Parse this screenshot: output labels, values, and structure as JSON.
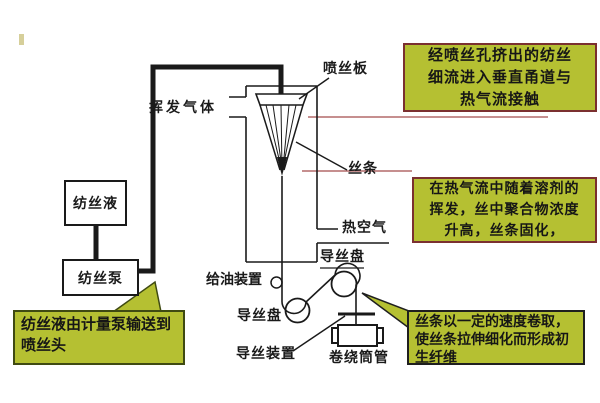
{
  "equipment": {
    "spinning_solution_box": "纺丝液",
    "spinning_pump_box": "纺丝泵"
  },
  "labels": {
    "spinneret_plate": "喷丝板",
    "volatile_gas": "挥发气体",
    "filament": "丝条",
    "hot_air": "热空气",
    "godet_upper": "导丝盘",
    "oiling_device": "给油装置",
    "godet_lower": "导丝盘",
    "guide_device": "导丝装置",
    "winding_bobbin": "卷绕筒管"
  },
  "notes": {
    "extrusion": "经喷丝孔挤出的纺丝细流进入垂直甬道与热气流接触",
    "solidification": "在热气流中随着溶剂的挥发，丝中聚合物浓度升高，丝条固化，",
    "winding": "丝条以一定的速度卷取，使丝条拉伸细化而形成初生纤维",
    "metering": "纺丝液由计量泵输送到喷丝头"
  },
  "colors": {
    "note_fill": "#b5c032",
    "note_border_red": "#7b3030",
    "note_border_olive": "#3f4a12",
    "note_border_black": "#1f1f1f",
    "leader_red": "#b36a6a",
    "line_black": "#1a1a1a",
    "background": "#ffffff"
  }
}
